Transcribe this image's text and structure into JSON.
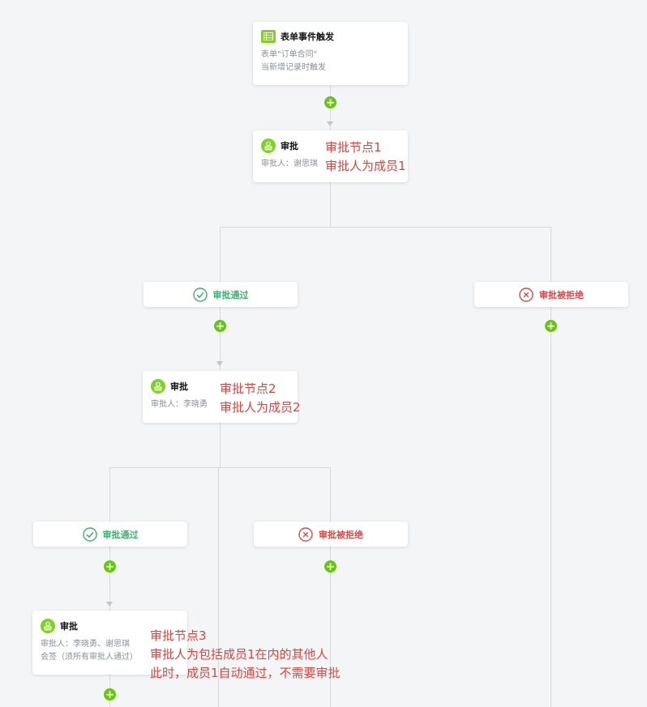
{
  "trigger": {
    "title": "表单事件触发",
    "line1": "表单\"订单合同\"",
    "line2": "当新增记录时触发"
  },
  "approval1": {
    "title": "审批",
    "approver": "审批人：谢思琪"
  },
  "approval2": {
    "title": "审批",
    "approver": "审批人：李晓勇"
  },
  "approval3": {
    "title": "审批",
    "approver": "审批人：李晓勇、谢思琪",
    "mode": "会签（须所有审批人通过）"
  },
  "branches": {
    "pass_label": "审批通过",
    "reject_label": "审批被拒绝"
  },
  "annotations": {
    "note1_line1": "审批节点1",
    "note1_line2": "审批人为成员1",
    "note2_line1": "审批节点2",
    "note2_line2": "审批人为成员2",
    "note3_line1": "审批节点3",
    "note3_line2": "审批人为包括成员1在内的其他人",
    "note3_line3": "此时，成员1自动通过，不需要审批"
  },
  "colors": {
    "accent_green": "#7ed321",
    "pass_green": "#3bb36b",
    "reject_red": "#e04848",
    "annotation_red": "#e0433b"
  },
  "icons": {
    "trigger": "table-icon",
    "approval": "stamp-icon",
    "pass": "check-circle-icon",
    "reject": "x-circle-icon",
    "add": "plus-icon"
  }
}
